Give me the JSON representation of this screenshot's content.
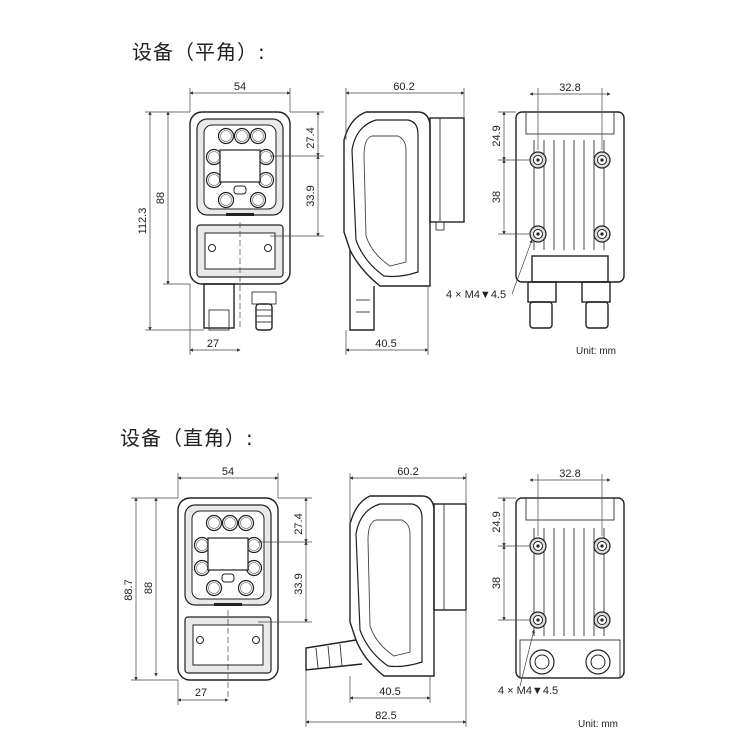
{
  "headings": {
    "flat": "设备（平角）:",
    "right": "设备（直角）:"
  },
  "flat": {
    "front": {
      "width": "54",
      "height_outer": "112.3",
      "height_body": "88",
      "top_offset": "27.4",
      "mid_offset": "33.9",
      "connector_width": "27"
    },
    "side": {
      "depth": "60.2",
      "bottom_depth": "40.5"
    },
    "back": {
      "hole_span": "32.8",
      "top_offset": "24.9",
      "hole_pitch": "38",
      "thread": "4 × M4▼4.5",
      "unit": "Unit: mm"
    }
  },
  "right": {
    "front": {
      "width": "54",
      "height_outer": "88.7",
      "height_body": "88",
      "top_offset": "27.4",
      "mid_offset": "33.9",
      "connector_width": "27"
    },
    "side": {
      "depth": "60.2",
      "bottom_depth": "40.5",
      "total_depth": "82.5"
    },
    "back": {
      "hole_span": "32.8",
      "top_offset": "24.9",
      "hole_pitch": "38",
      "thread": "4 × M4▼4.5",
      "unit": "Unit: mm"
    }
  }
}
